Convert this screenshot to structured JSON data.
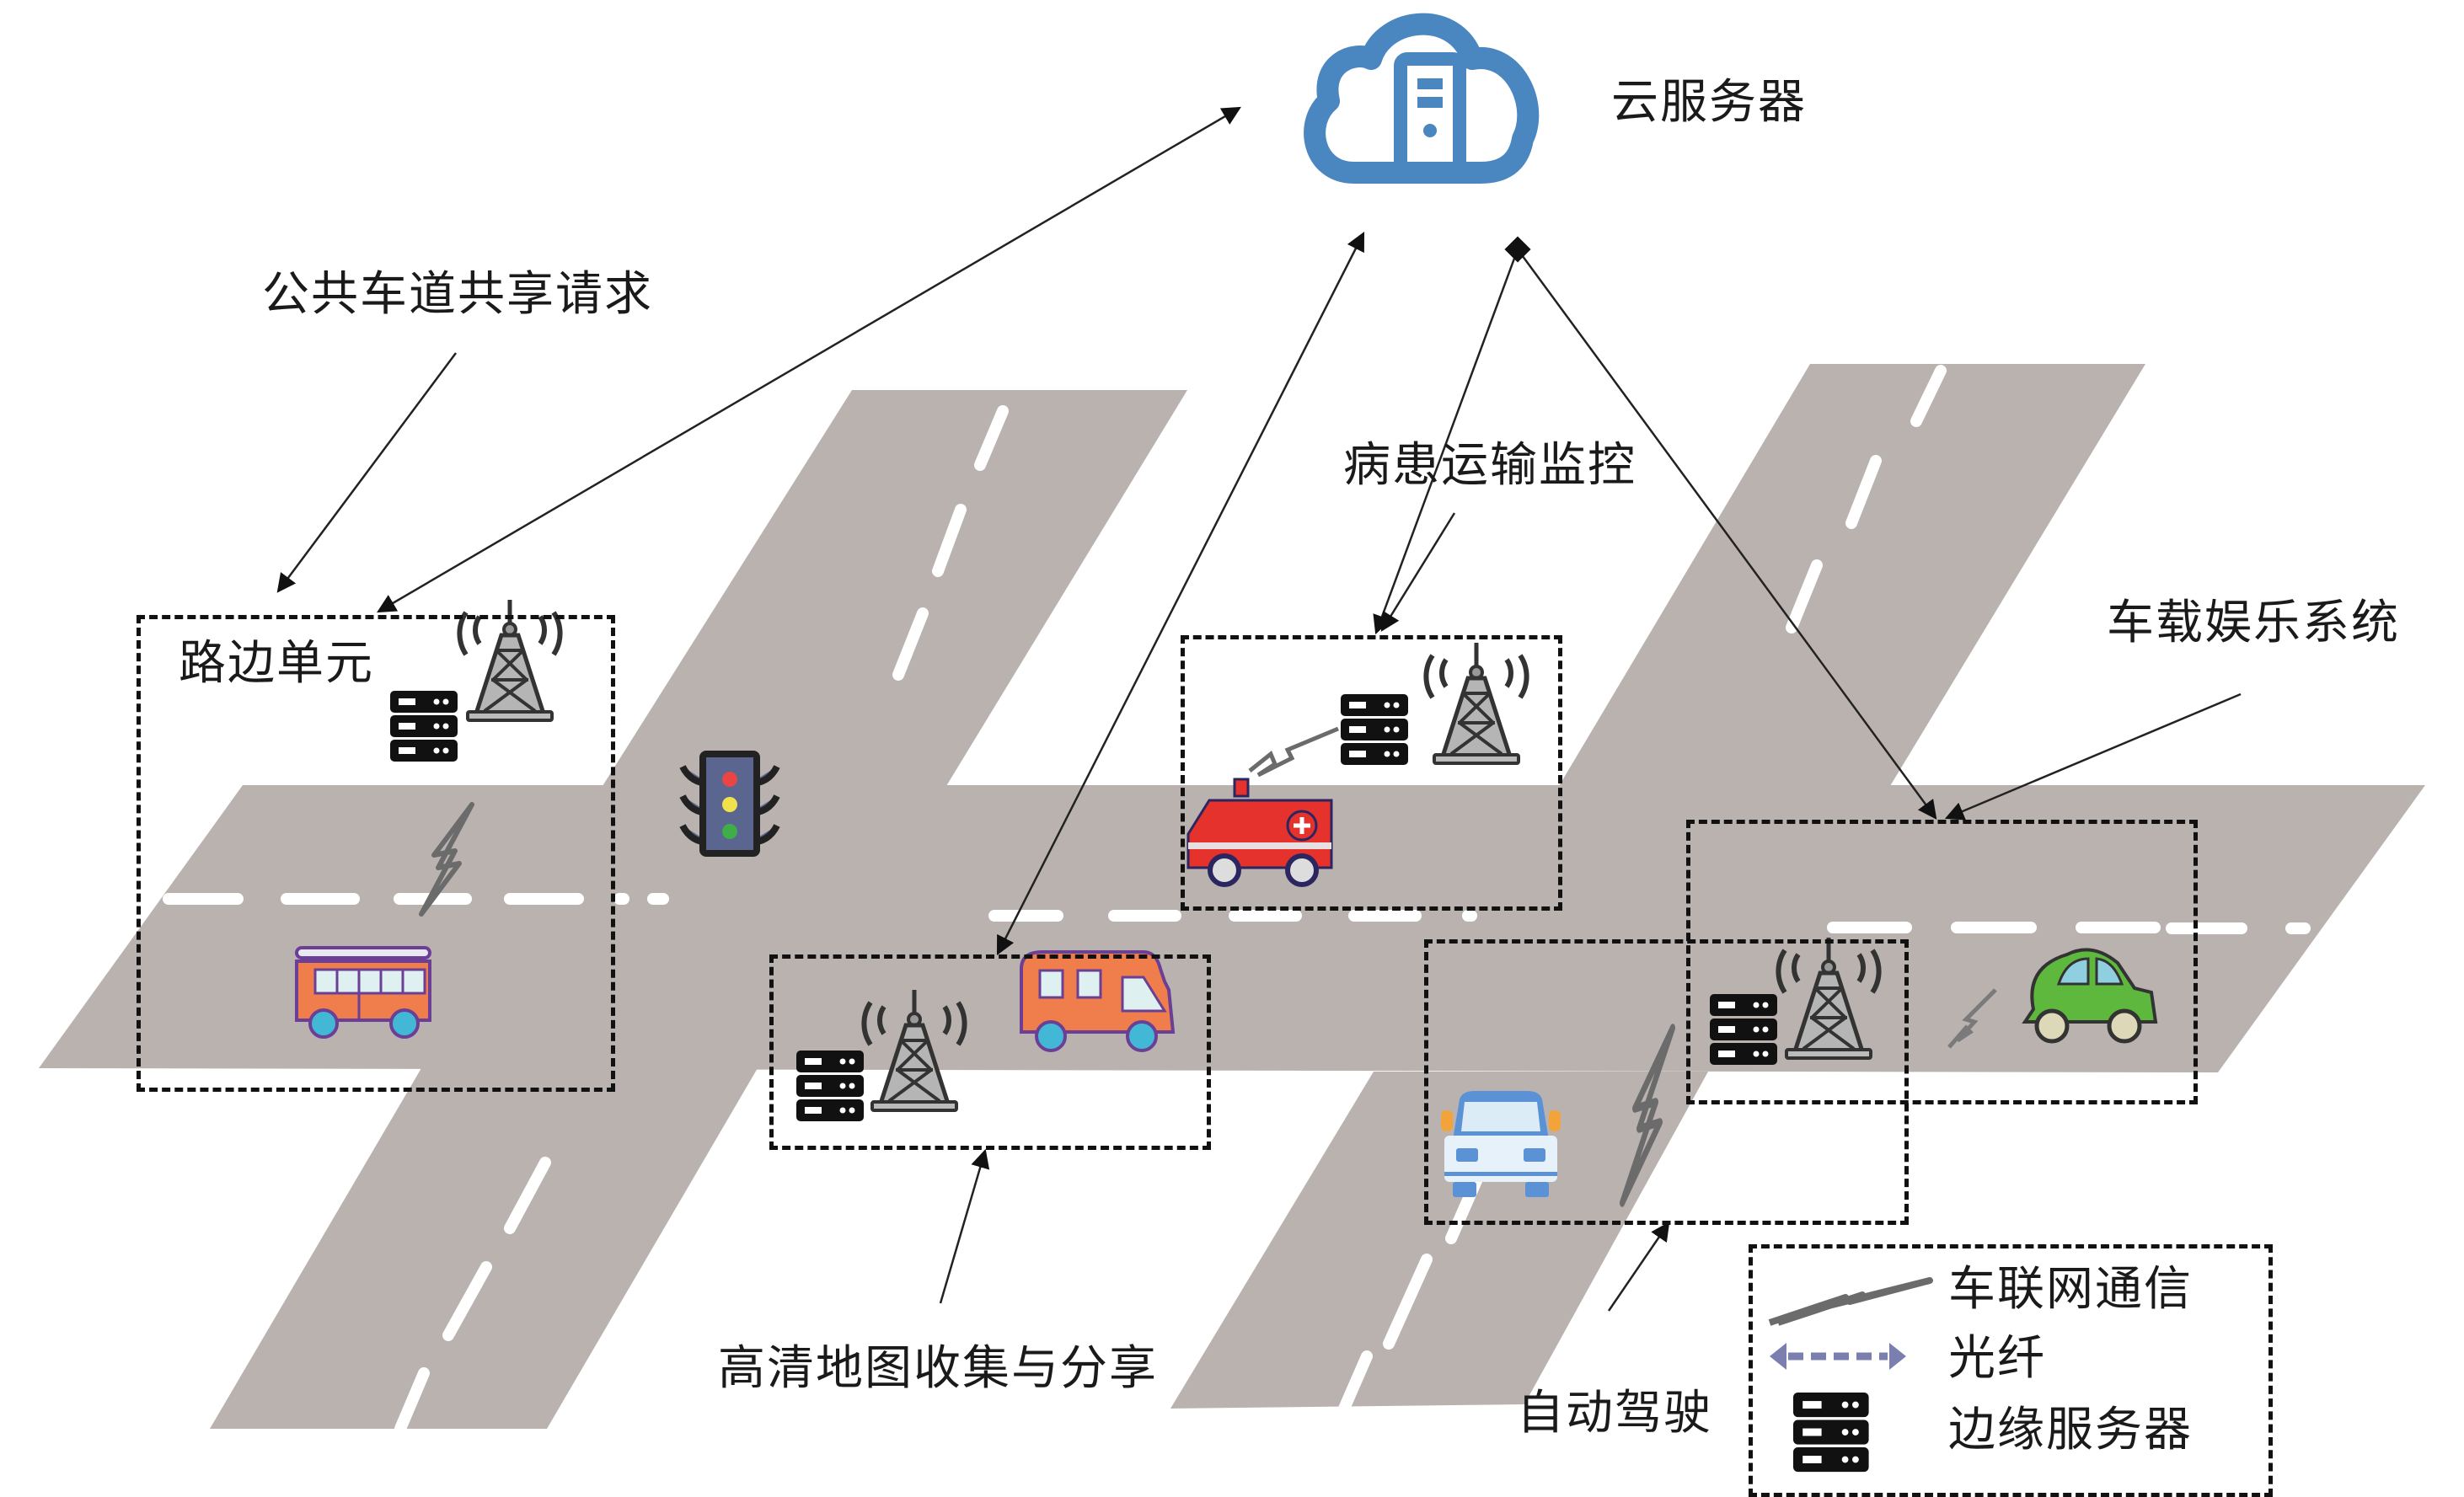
{
  "diagram": {
    "title": "Vehicular edge computing application scenarios",
    "nodes": {
      "cloud_server": {
        "label": "云服务器",
        "icon": "cloud-server-icon"
      },
      "roadside_unit": {
        "label": "路边单元",
        "icon": "base-station-icon"
      },
      "traffic_light": {
        "icon": "traffic-light-icon"
      }
    },
    "applications": [
      {
        "id": "lane_sharing",
        "label": "公共车道共享请求",
        "vehicle": "bus"
      },
      {
        "id": "patient_transport",
        "label": "病患运输监控",
        "vehicle": "ambulance"
      },
      {
        "id": "infotainment",
        "label": "车载娱乐系统",
        "vehicle": "green-car"
      },
      {
        "id": "hd_map",
        "label": "高清地图收集与分享",
        "vehicle": "van"
      },
      {
        "id": "autonomous_driving",
        "label": "自动驾驶",
        "vehicle": "blue-car"
      }
    ],
    "legend": {
      "items": [
        {
          "symbol": "lightning-icon",
          "label": "车联网通信"
        },
        {
          "symbol": "fiber-arrow-icon",
          "label": "光纤"
        },
        {
          "symbol": "edge-server-icon",
          "label": "边缘服务器"
        }
      ]
    },
    "colors": {
      "road": "#b9b2af",
      "road_marking": "#ffffff",
      "cloud": "#4a86c0",
      "dashed_box": "#111111",
      "fiber": "#7a7fb0",
      "link": "#6b6b6b"
    }
  }
}
